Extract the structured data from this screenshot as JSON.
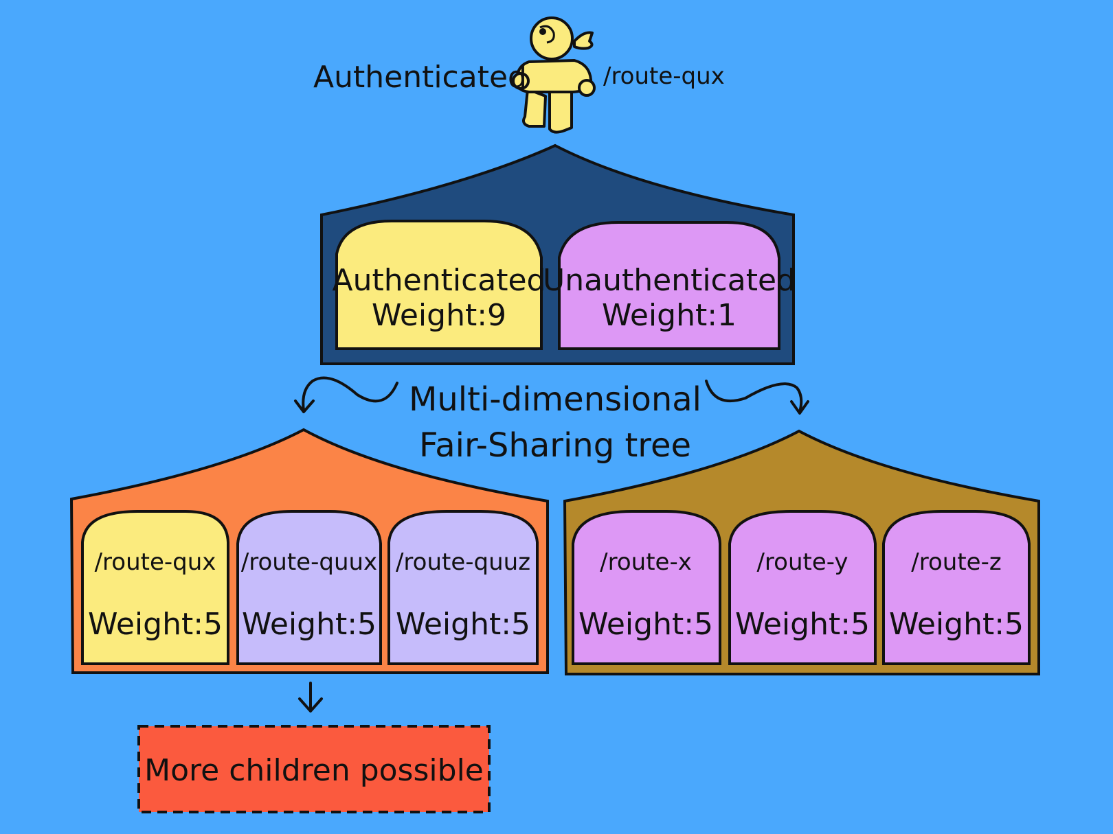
{
  "colors": {
    "background": "#4aa8fd",
    "root_tent": "#1f4b7e",
    "left_tent": "#fb8447",
    "right_tent": "#b5892b",
    "authenticated_card": "#fbeb7e",
    "unauthenticated_card": "#dd98f5",
    "quux_card": "#c6bcfb",
    "route_card": "#dd98f5",
    "more_box": "#fb5a3e",
    "person": "#fbeb7e"
  },
  "user": {
    "label_left": "Authenticated",
    "label_right": "/route-qux"
  },
  "root": {
    "children": [
      {
        "name": "Authenticated",
        "weight": "Weight:9"
      },
      {
        "name": "Unauthenticated",
        "weight": "Weight:1"
      }
    ]
  },
  "title": {
    "line1": "Multi-dimensional",
    "line2": "Fair-Sharing tree"
  },
  "authenticated_branch": {
    "children": [
      {
        "name": "/route-qux",
        "weight": "Weight:5"
      },
      {
        "name": "/route-quux",
        "weight": "Weight:5"
      },
      {
        "name": "/route-quuz",
        "weight": "Weight:5"
      }
    ]
  },
  "unauthenticated_branch": {
    "children": [
      {
        "name": "/route-x",
        "weight": "Weight:5"
      },
      {
        "name": "/route-y",
        "weight": "Weight:5"
      },
      {
        "name": "/route-z",
        "weight": "Weight:5"
      }
    ]
  },
  "more_children": {
    "label": "More children possible"
  }
}
